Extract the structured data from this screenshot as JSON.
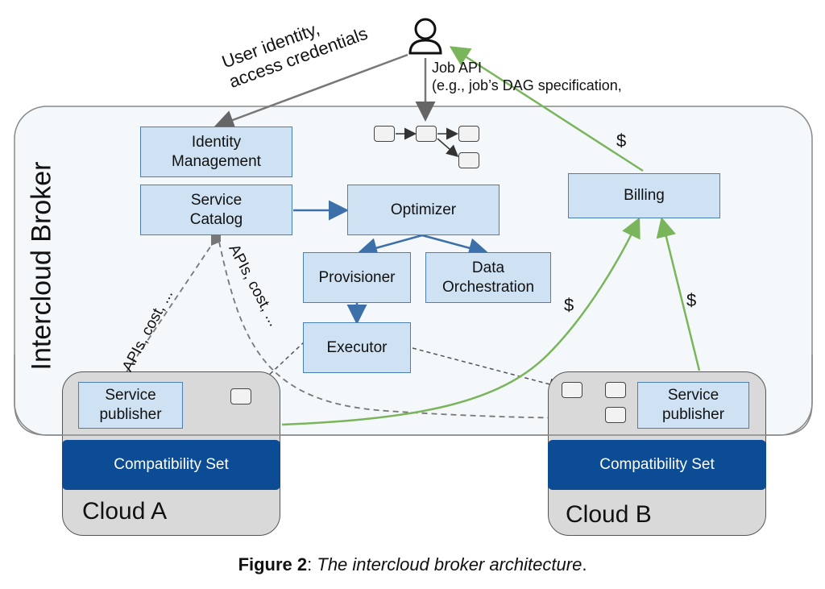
{
  "user": {
    "icon": "user-icon"
  },
  "labels": {
    "user_identity": "User identity,\naccess credentials",
    "job_api_line1": "Job API",
    "job_api_line2": "(e.g., job’s DAG specification,",
    "broker": "Intercloud Broker",
    "dollar": "$",
    "apis_cost": "APIs, cost, ..."
  },
  "boxes": {
    "identity": "Identity\nManagement",
    "catalog": "Service\nCatalog",
    "optimizer": "Optimizer",
    "provisioner": "Provisioner",
    "data_orch": "Data\nOrchestration",
    "executor": "Executor",
    "billing": "Billing",
    "publisher_a": "Service\npublisher",
    "publisher_b": "Service\npublisher"
  },
  "clouds": {
    "a": {
      "name": "Cloud A",
      "compat": "Compatibility Set"
    },
    "b": {
      "name": "Cloud B",
      "compat": "Compatibility Set"
    }
  },
  "caption": {
    "bold": "Figure 2",
    "sep": ": ",
    "italic": "The intercloud broker architecture",
    "end": "."
  },
  "colors": {
    "box_fill": "#cfe2f3",
    "box_border": "#4a7fb5",
    "compat": "#0b4c94",
    "green": "#7ab55c",
    "blue_arrow": "#3d6fa8"
  }
}
